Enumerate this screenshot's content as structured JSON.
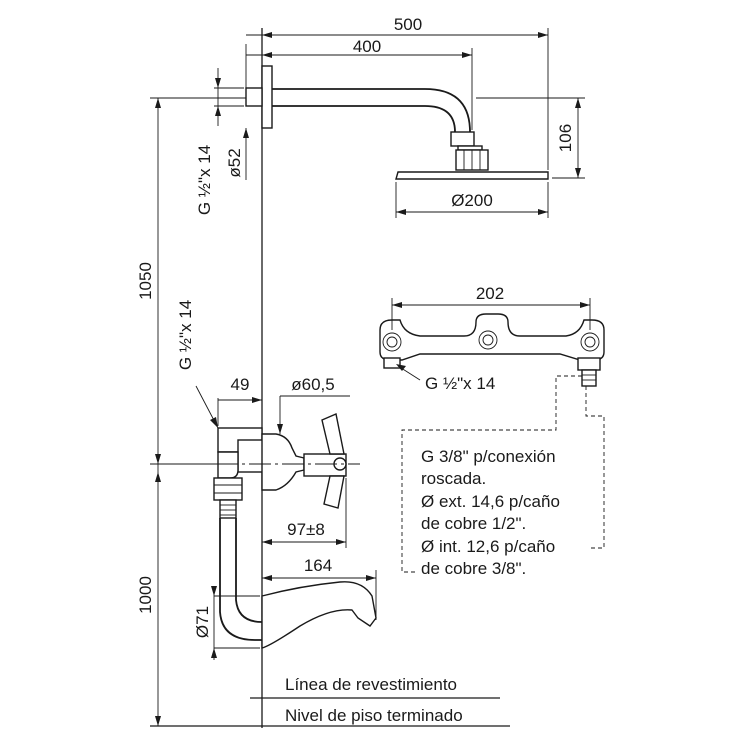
{
  "dimensions": {
    "shower_arm_total": "500",
    "shower_arm_projection": "400",
    "shower_head_height": "106",
    "shower_head_diameter": "Ø200",
    "flange_diameter": "ø52",
    "shower_connection_thread": "G ½\"x 14",
    "column_height": "1050",
    "mixer_connection_thread": "G ½\"x 14",
    "wall_offset": "49",
    "handle_diameter": "ø60,5",
    "handle_projection": "97±8",
    "spout_projection": "164",
    "spout_diameter": "Ø71",
    "mixer_height": "1000",
    "center_distance": "202",
    "inlet_thread": "G ½\"x 14"
  },
  "notes": {
    "connection_line_1": "G 3/8\" p/conexión",
    "connection_line_2": "roscada.",
    "connection_line_3": "Ø ext. 14,6 p/caño",
    "connection_line_4": "de cobre 1/2\".",
    "connection_line_5": "Ø int. 12,6 p/caño",
    "connection_line_6": "de cobre 3/8\"."
  },
  "reference_lines": {
    "wall_finish": "Línea de revestimiento",
    "floor_finish": "Nivel de piso terminado"
  }
}
